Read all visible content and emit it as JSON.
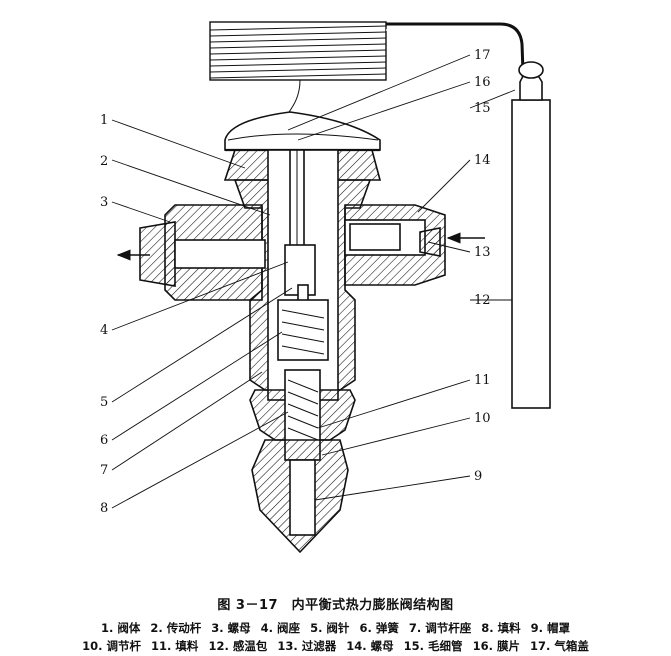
{
  "caption": {
    "title": "图 3－17　内平衡式热力膨胀阀结构图"
  },
  "callouts": [
    "1",
    "2",
    "3",
    "4",
    "5",
    "6",
    "7",
    "8",
    "9",
    "10",
    "11",
    "12",
    "13",
    "14",
    "15",
    "16",
    "17"
  ],
  "legend": {
    "row1": [
      "1. 阀体",
      "2. 传动杆",
      "3. 螺母",
      "4. 阀座",
      "5. 阀针",
      "6. 弹簧",
      "7. 调节杆座",
      "8. 填料",
      "9. 帽罩"
    ],
    "row2": [
      "10. 调节杆",
      "11. 填料",
      "12. 感温包",
      "13. 过滤器",
      "14. 螺母",
      "15. 毛细管",
      "16. 膜片",
      "17. 气箱盖"
    ]
  }
}
